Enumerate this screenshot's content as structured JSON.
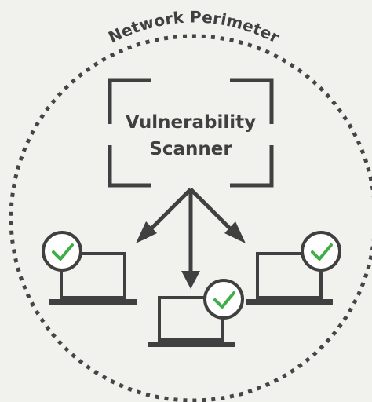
{
  "perimeter": {
    "label": "Network Perimeter"
  },
  "scanner": {
    "line1": "Vulnerability",
    "line2": "Scanner"
  },
  "devices": [
    {
      "name": "laptop-left",
      "status": "secure",
      "check_icon": "checkmark-icon"
    },
    {
      "name": "laptop-center",
      "status": "secure",
      "check_icon": "checkmark-icon"
    },
    {
      "name": "laptop-right",
      "status": "secure",
      "check_icon": "checkmark-icon"
    }
  ],
  "colors": {
    "background": "#f1f1ed",
    "ink": "#404040",
    "check": "#3fae49",
    "badge_fill": "#ffffff"
  }
}
